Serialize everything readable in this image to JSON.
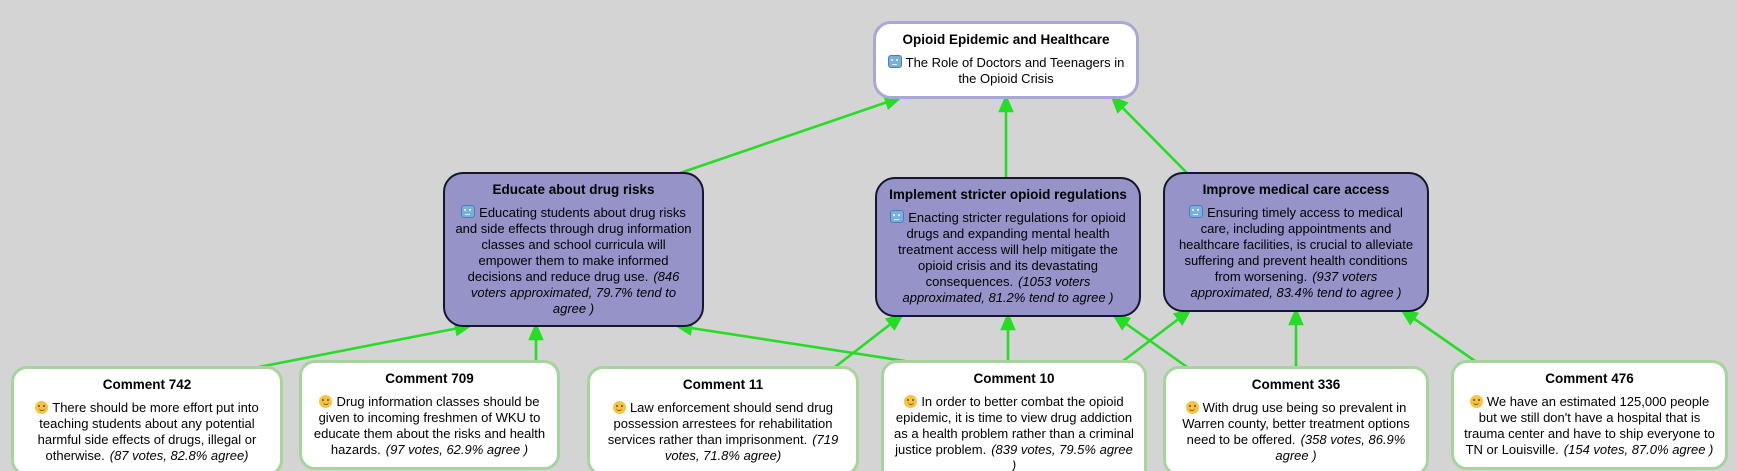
{
  "colors": {
    "background": "#d4d4d4",
    "edge_arrow": "#24dd24",
    "topic_fill": "#9593c8",
    "topic_border": "#16162c",
    "root_fill": "#ffffff",
    "root_border": "#a9a7d6",
    "comment_fill": "#ffffff",
    "comment_border": "#a5d49d"
  },
  "nodes": {
    "root": {
      "title": "Opioid Epidemic and Healthcare",
      "icon": "robot-icon",
      "body": "The Role of Doctors and Teenagers in the Opioid Crisis"
    },
    "educate": {
      "title": "Educate about drug risks",
      "icon": "robot-icon",
      "body": "Educating students about drug risks and side effects through drug information classes and school curricula will empower them to make informed decisions and reduce drug use.",
      "stat": "(846 voters approximated, 79.7% tend to agree )"
    },
    "regulations": {
      "title": "Implement stricter opioid regulations",
      "icon": "robot-icon",
      "body": "Enacting stricter regulations for opioid drugs and expanding mental health treatment access will help mitigate the opioid crisis and its devastating consequences.",
      "stat": "(1053 voters approximated, 81.2% tend to agree )"
    },
    "medical": {
      "title": "Improve medical care access",
      "icon": "robot-icon",
      "body": "Ensuring timely access to medical care, including appointments and healthcare facilities, is crucial to alleviate suffering and prevent health conditions from worsening.",
      "stat": "(937 voters approximated, 83.4% tend to agree )"
    },
    "c742": {
      "title": "Comment 742",
      "icon": "smiley-icon",
      "body": "There should be more effort put into teaching students about any potential harmful side effects of drugs, illegal or otherwise.",
      "stat": "(87 votes, 82.8% agree)"
    },
    "c709": {
      "title": "Comment 709",
      "icon": "smiley-icon",
      "body": "Drug information classes should be given to incoming freshmen of WKU to educate them about the risks and health hazards.",
      "stat": "(97 votes, 62.9% agree )"
    },
    "c11": {
      "title": "Comment 11",
      "icon": "smiley-icon",
      "body": "Law enforcement should send drug possession arrestees for rehabilitation services rather than imprisonment.",
      "stat": "(719 votes, 71.8% agree)"
    },
    "c10": {
      "title": "Comment 10",
      "icon": "smiley-icon",
      "body": "In order to better combat the opioid epidemic, it is time to view drug addiction as a health problem rather than a criminal justice problem.",
      "stat": "(839 votes, 79.5% agree )"
    },
    "c336": {
      "title": "Comment 336",
      "icon": "smiley-icon",
      "body": "With drug use being so prevalent in Warren county, better treatment options need to be offered.",
      "stat": "(358 votes, 86.9% agree )"
    },
    "c476": {
      "title": "Comment 476",
      "icon": "smiley-icon",
      "body": "We have an estimated 125,000 people but we still don't have a hospital that is trauma center and have to ship everyone to TN or Louisville.",
      "stat": "(154 votes, 87.0% agree )"
    }
  },
  "edges": [
    {
      "from": "educate",
      "to": "root"
    },
    {
      "from": "regulations",
      "to": "root"
    },
    {
      "from": "medical",
      "to": "root"
    },
    {
      "from": "c742",
      "to": "educate"
    },
    {
      "from": "c709",
      "to": "educate"
    },
    {
      "from": "c10",
      "to": "educate"
    },
    {
      "from": "c11",
      "to": "regulations"
    },
    {
      "from": "c10",
      "to": "regulations"
    },
    {
      "from": "c336",
      "to": "regulations"
    },
    {
      "from": "c10",
      "to": "medical"
    },
    {
      "from": "c336",
      "to": "medical"
    },
    {
      "from": "c476",
      "to": "medical"
    }
  ]
}
